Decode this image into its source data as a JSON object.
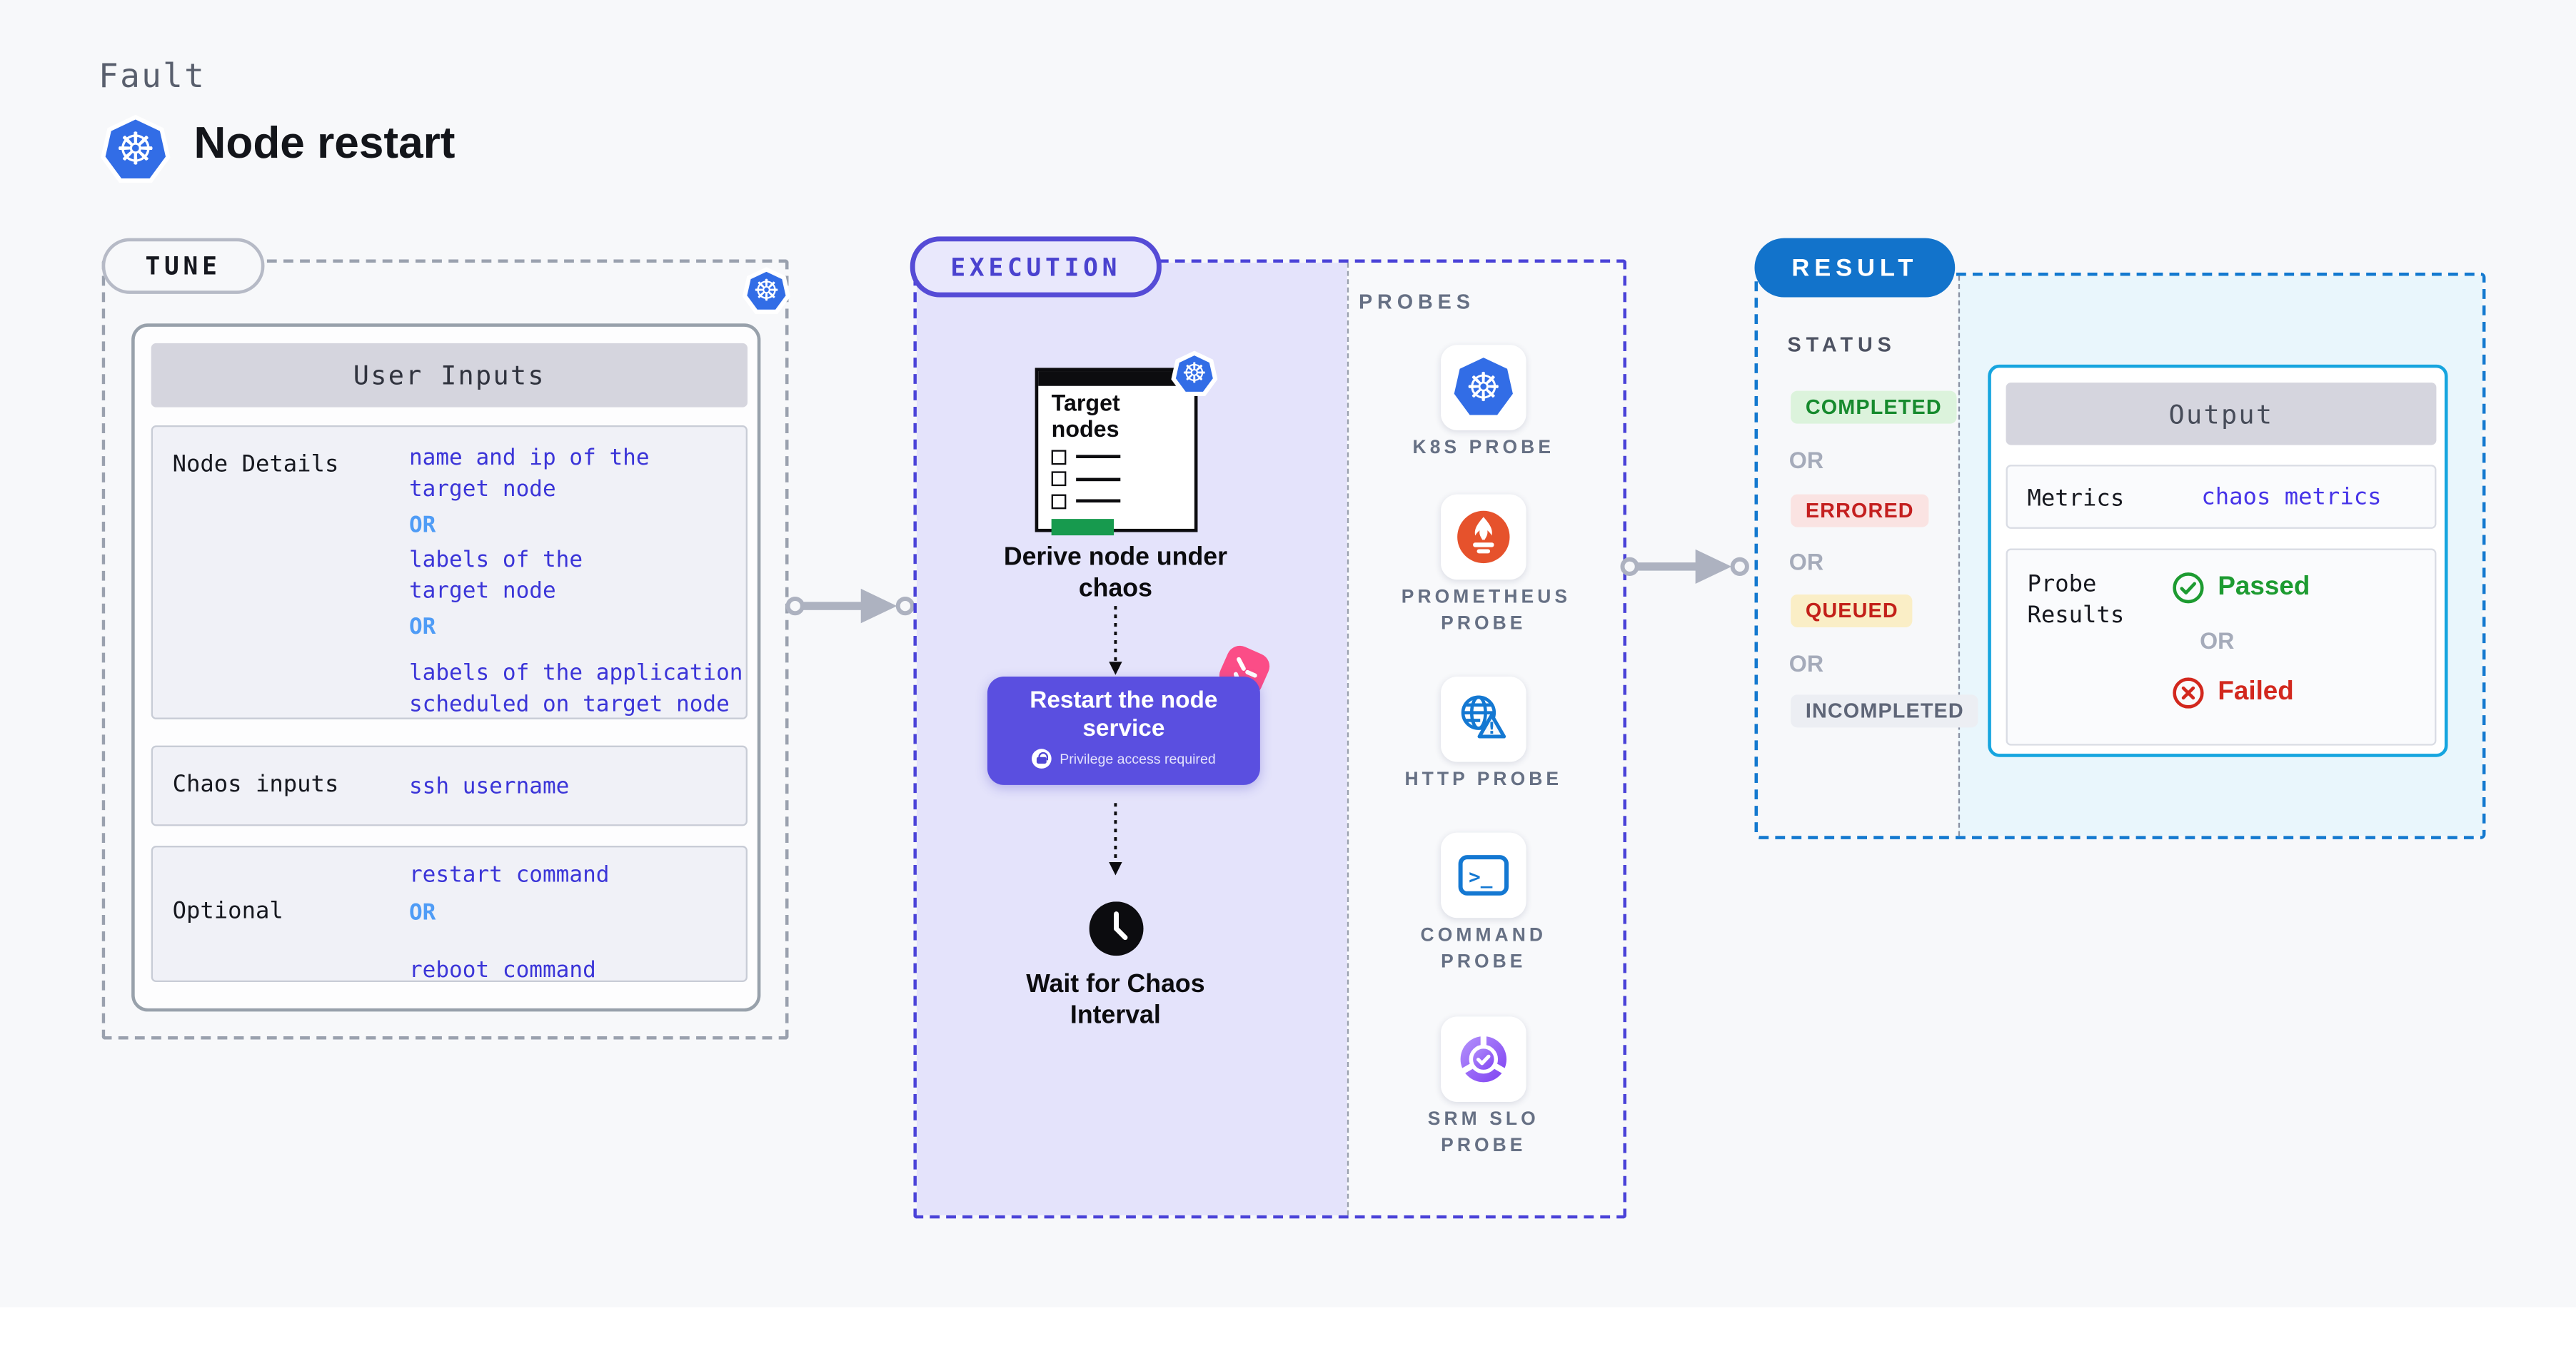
{
  "header": {
    "eyebrow": "Fault",
    "title": "Node restart",
    "icon": "kubernetes-icon"
  },
  "tune": {
    "badge": "TUNE",
    "card_header": "User Inputs",
    "rows": [
      {
        "label": "Node Details",
        "values": [
          {
            "type": "link",
            "text": "name and ip of the\ntarget node"
          },
          {
            "type": "or",
            "text": "OR"
          },
          {
            "type": "link",
            "text": "labels of the\ntarget node"
          },
          {
            "type": "or",
            "text": "OR"
          },
          {
            "type": "link",
            "text": "labels of the application\n scheduled on target node"
          }
        ]
      },
      {
        "label": "Chaos inputs",
        "values": [
          {
            "type": "link",
            "text": "ssh username"
          }
        ]
      },
      {
        "label": "Optional",
        "values": [
          {
            "type": "link",
            "text": "restart command"
          },
          {
            "type": "or",
            "text": "OR"
          },
          {
            "type": "link",
            "text": "reboot command"
          }
        ]
      }
    ]
  },
  "execution": {
    "badge": "EXECUTION",
    "target_card_title": "Target nodes",
    "step_derive": "Derive node under chaos",
    "restart_title": "Restart the node service",
    "restart_sub": "Privilege access required",
    "step_wait": "Wait for Chaos Interval"
  },
  "probes": {
    "title": "PROBES",
    "items": [
      {
        "icon": "kubernetes-icon",
        "label": "K8S PROBE"
      },
      {
        "icon": "prometheus-icon",
        "label": "PROMETHEUS PROBE"
      },
      {
        "icon": "http-globe-warning-icon",
        "label": "HTTP PROBE"
      },
      {
        "icon": "terminal-icon",
        "label": "COMMAND PROBE"
      },
      {
        "icon": "srm-slo-gauge-check-icon",
        "label": "SRM SLO PROBE"
      }
    ]
  },
  "result": {
    "badge": "RESULT",
    "status_title": "STATUS",
    "or_label": "OR",
    "statuses": [
      {
        "label": "COMPLETED",
        "fg": "#168a2d",
        "bg": "#dcf3dc"
      },
      {
        "label": "ERRORED",
        "fg": "#c41f1f",
        "bg": "#fae3e2"
      },
      {
        "label": "QUEUED",
        "fg": "#c32019",
        "bg": "#faeec6"
      },
      {
        "label": "INCOMPLETED",
        "fg": "#5e6577",
        "bg": "#eceef3"
      }
    ],
    "output": {
      "header": "Output",
      "metrics_label": "Metrics",
      "metrics_value": "chaos metrics",
      "probe_results_label": "Probe Results",
      "passed": "Passed",
      "or": "OR",
      "failed": "Failed"
    }
  },
  "icons": {
    "kubernetes-icon": {
      "glyph": "☸",
      "color": "#326de6"
    },
    "prometheus-icon": {
      "color": "#e6522c"
    },
    "http-globe-warning-icon": {
      "color": "#1478d2"
    },
    "terminal-icon": {
      "glyph": ">_",
      "color": "#1478d2"
    },
    "srm-slo-gauge-check-icon": {
      "color": "#7e3ff2"
    },
    "lock-icon": {
      "color": "#4f46d4"
    },
    "clock-icon": {
      "color": "#0c0c0f"
    },
    "chaos-badge-icon": {
      "color": "#fb4d87"
    }
  },
  "colors": {
    "page_bg": "#f7f8fa",
    "tune_dash": "#9aa1ae",
    "exec_dash": "#4a42d8",
    "exec_fill": "#e4e3fb",
    "result_dash": "#1379cf",
    "result_fill": "#e9f6fc",
    "result_badge": "#1273cb",
    "output_border": "#16a5df",
    "link": "#3b35d8",
    "or_blue": "#4f9cf6",
    "button": "#5a4fe0",
    "passed": "#1d9b31",
    "failed": "#d2281e",
    "green_bar": "#179a4e",
    "arrow": "#adb2c0"
  }
}
